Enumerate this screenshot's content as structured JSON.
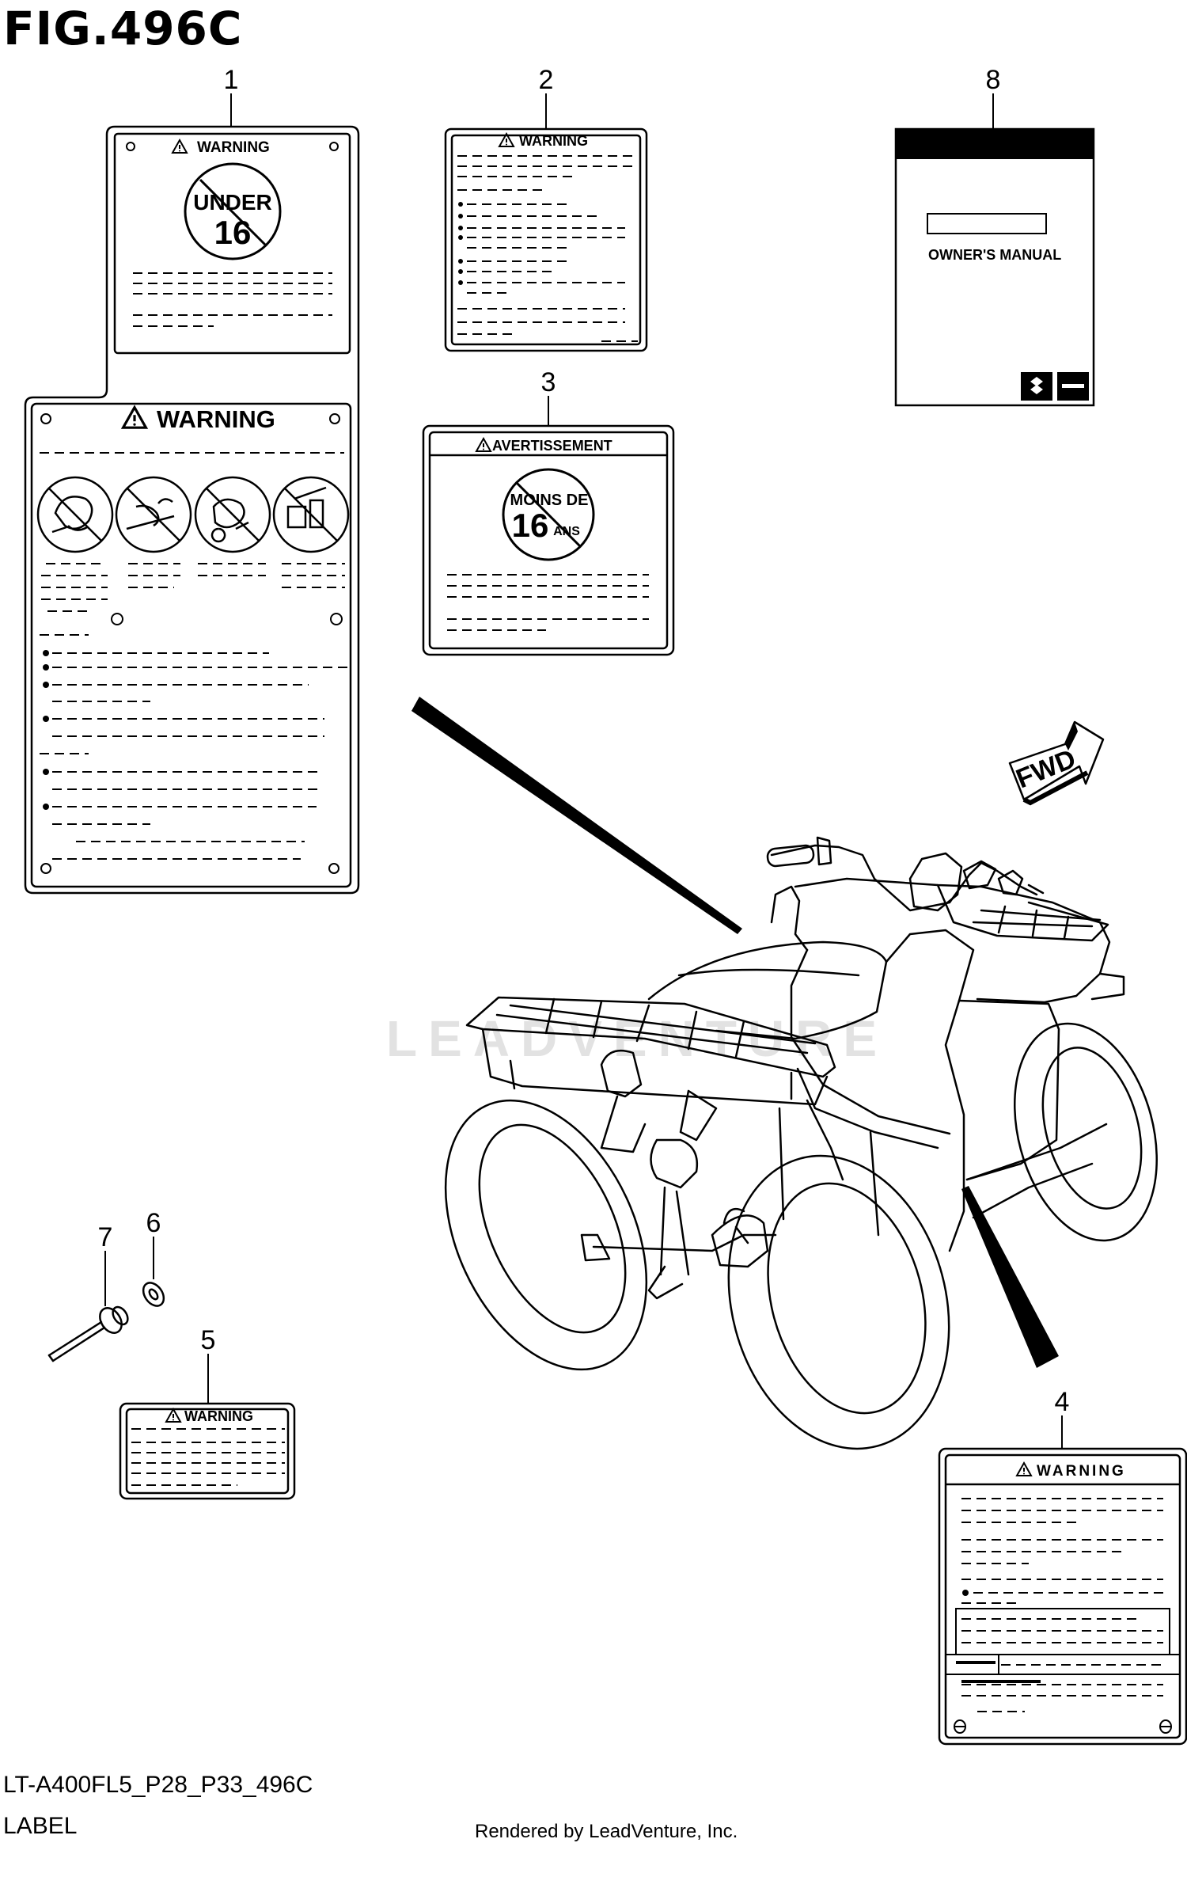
{
  "figure": {
    "title": "FIG.496C",
    "code": "LT-A400FL5_P28_P33_496C",
    "name": "LABEL",
    "rendered_by": "Rendered by LeadVenture, Inc.",
    "watermark": "LEADVENTURE"
  },
  "callouts": [
    "1",
    "2",
    "3",
    "4",
    "5",
    "6",
    "7",
    "8"
  ],
  "labels": {
    "warning": "WARNING",
    "avertissement": "AVERTISSEMENT",
    "under": "UNDER",
    "sixteen": "16",
    "moins_de": "MOINS DE",
    "ans": "ANS",
    "owners_manual": "OWNER'S MANUAL",
    "fwd": "FWD"
  }
}
